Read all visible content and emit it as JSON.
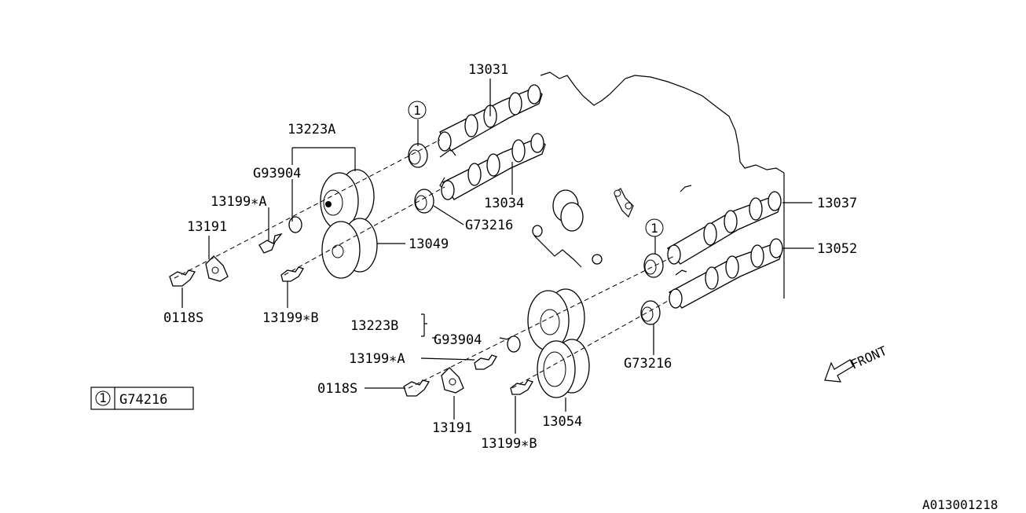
{
  "labels": {
    "p13031": "13031",
    "p13223a": "13223A",
    "pg93904_top": "G93904",
    "p13199a_top": "13199∗A",
    "p13191_top": "13191",
    "p0118s_top": "0118S",
    "p13199b_top": "13199∗B",
    "p13049": "13049",
    "p13034": "13034",
    "pg73216_top": "G73216",
    "p13037": "13037",
    "p13052": "13052",
    "p13223b": "13223B",
    "pg93904_bot": "G93904",
    "p13199a_bot": "13199∗A",
    "p0118s_bot": "0118S",
    "p13191_bot": "13191",
    "p13199b_bot": "13199∗B",
    "p13054": "13054",
    "pg73216_bot": "G73216",
    "circle_marker": "1"
  },
  "legend": {
    "marker": "1",
    "part": "G74216"
  },
  "front_label": "FRONT",
  "reference_code": "A013001218"
}
